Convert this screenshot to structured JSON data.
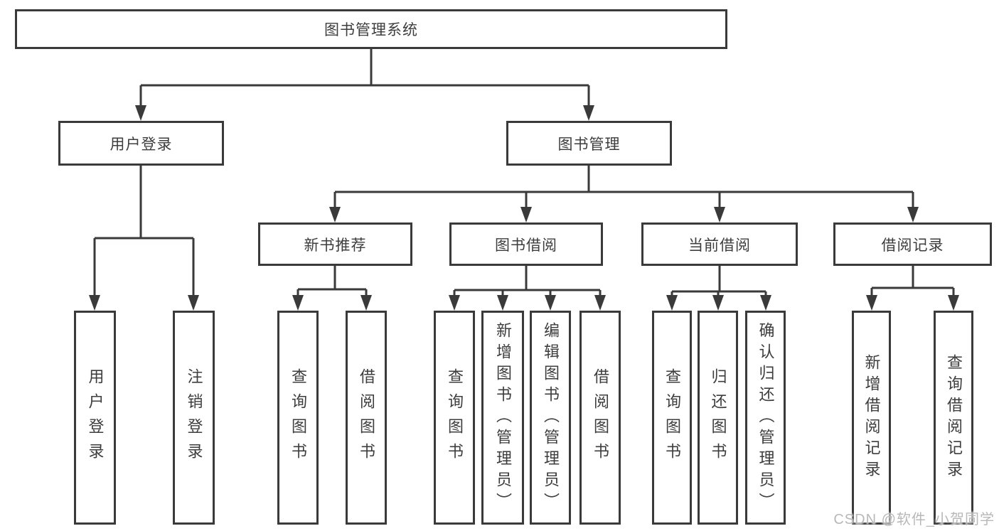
{
  "diagram": {
    "title": "图书管理系统",
    "watermark": "CSDN @软件_小贺同学",
    "colors": {
      "line": "#3a3a3a",
      "box_border": "#3a3a3a",
      "box_fill": "#ffffff",
      "text": "#3d3d3d",
      "watermark": "#b8b8b8"
    },
    "branches": [
      {
        "label": "用户登录",
        "children": [
          {
            "label": "用户登录"
          },
          {
            "label": "注销登录"
          }
        ]
      },
      {
        "label": "图书管理",
        "children": [
          {
            "label": "新书推荐",
            "children": [
              {
                "label": "查询图书"
              },
              {
                "label": "借阅图书"
              }
            ]
          },
          {
            "label": "图书借阅",
            "children": [
              {
                "label": "查询图书"
              },
              {
                "label": "新增图书（管理员）"
              },
              {
                "label": "编辑图书（管理员）"
              },
              {
                "label": "借阅图书"
              }
            ]
          },
          {
            "label": "当前借阅",
            "children": [
              {
                "label": "查询图书"
              },
              {
                "label": "归还图书"
              },
              {
                "label": "确认归还（管理员）"
              }
            ]
          },
          {
            "label": "借阅记录",
            "children": [
              {
                "label": "新增借阅记录"
              },
              {
                "label": "查询借阅记录"
              }
            ]
          }
        ]
      }
    ]
  }
}
